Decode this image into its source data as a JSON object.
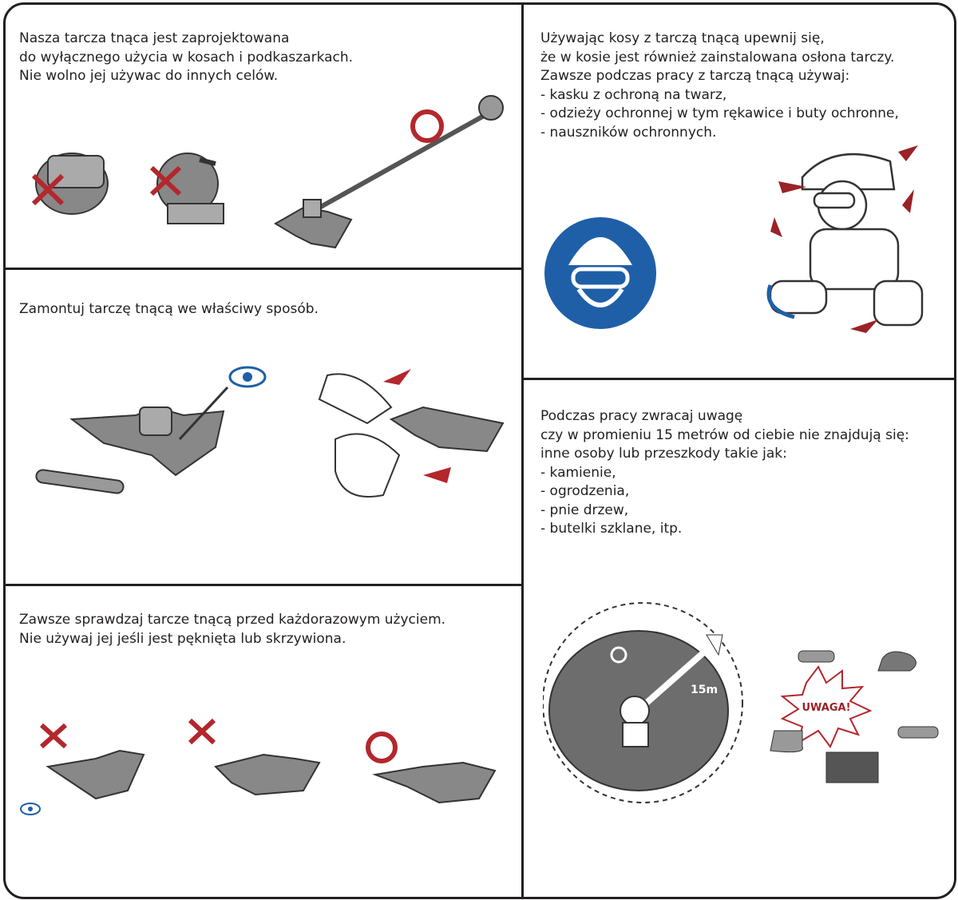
{
  "panels": {
    "designed_use": {
      "lines": [
        "Nasza tarcza tnąca jest zaprojektowana",
        "do wyłącznego użycia w kosach i podkaszarkach.",
        "Nie wolno jej używac do innych celów."
      ]
    },
    "mounting": {
      "lines": [
        "Zamontuj tarczę tnącą we właściwy sposób."
      ]
    },
    "inspection": {
      "lines": [
        "Zawsze sprawdzaj tarcze tnącą przed każdorazowym użyciem.",
        "Nie używaj jej jeśli jest pęknięta lub skrzywiona."
      ]
    },
    "protection": {
      "lines": [
        "Używając kosy z tarczą tnącą upewnij się,",
        "że w kosie jest również zainstalowana osłona tarczy.",
        "Zawsze podczas pracy z tarczą tnącą używaj:",
        "- kasku z ochroną na twarz,",
        "- odzieży ochronnej w tym rękawice i buty ochronne,",
        "- nauszników ochronnych."
      ]
    },
    "safety_zone": {
      "lines": [
        "Podczas pracy zwracaj uwagę",
        "czy w promieniu 15 metrów od ciebie nie znajdują się:",
        "inne osoby lub przeszkody takie jak:",
        "- kamienie,",
        "- ogrodzenia,",
        "- pnie drzew,",
        "- butelki szklane, itp."
      ],
      "radius_label": "15m",
      "warning_label": "UWAGA!"
    }
  },
  "colors": {
    "prohibited": "#b3272d",
    "mandatory_blue": "#1f5fa8",
    "border": "#231f20",
    "gray": "#7a7a7a"
  }
}
